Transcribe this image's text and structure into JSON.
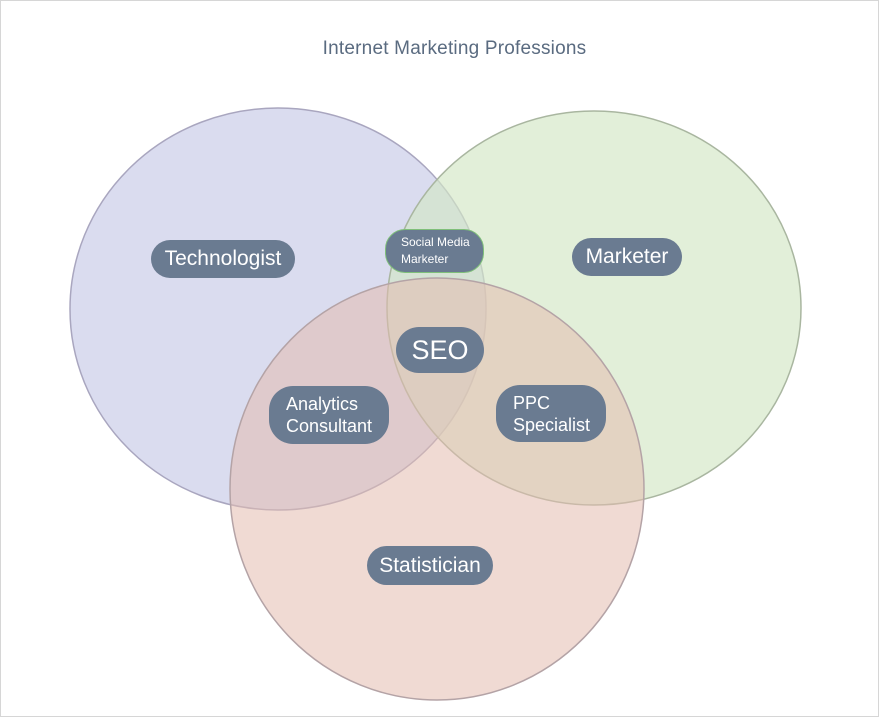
{
  "diagram": {
    "title": "Internet Marketing Professions",
    "circles": [
      {
        "name": "technologist",
        "fill": "#d5d8ee",
        "stroke": "#a9a6bf"
      },
      {
        "name": "marketer",
        "fill": "#dcebd1",
        "stroke": "#a9b6a0"
      },
      {
        "name": "statistician",
        "fill": "#e9c9bd",
        "stroke": "#b4a3a6"
      }
    ],
    "labels": {
      "technologist": "Technologist",
      "marketer": "Marketer",
      "statistician": "Statistician",
      "seo": "SEO",
      "analytics_line1": "Analytics",
      "analytics_line2": "Consultant",
      "ppc_line1": "PPC",
      "ppc_line2": "Specialist",
      "social_line1": "Social Media",
      "social_line2": "Marketer"
    },
    "colors": {
      "pill": "#6a7b91",
      "pill_text": "#ffffff",
      "title": "#5a6b80",
      "social_border": "#7fbf7a"
    }
  }
}
